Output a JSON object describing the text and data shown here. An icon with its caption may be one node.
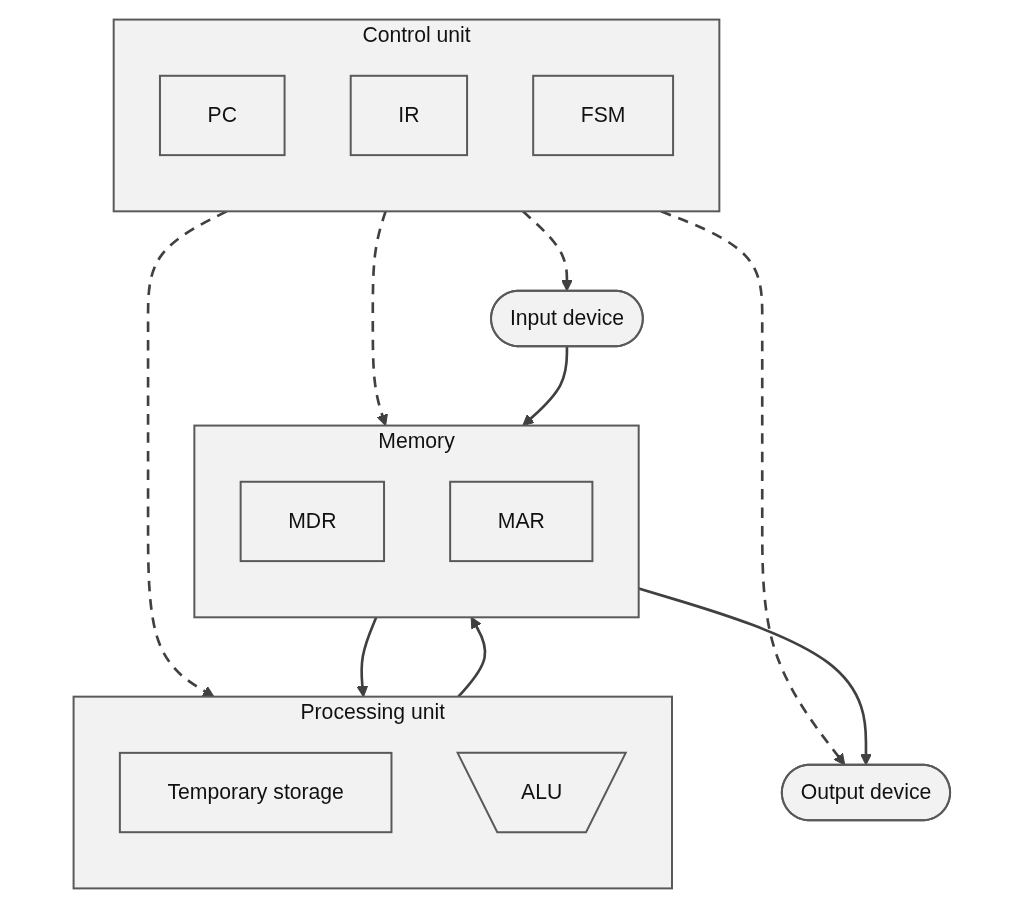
{
  "diagram": {
    "nodes": [
      {
        "text": [
          "Control unit"
        ]
      },
      {
        "text": [
          "PC"
        ],
        "in": 0
      },
      {
        "text": [
          "IR"
        ],
        "in": 0
      },
      {
        "text": [
          "FSM"
        ],
        "in": 0
      },
      {
        "text": [
          "Processing unit"
        ]
      },
      {
        "text": [
          "Temporary storage"
        ],
        "in": 4
      },
      {
        "text": [
          "ALU"
        ],
        "in": 4
      },
      {
        "text": [
          "Memory"
        ]
      },
      {
        "text": [
          "MDR"
        ],
        "in": 7
      },
      {
        "text": [
          "MAR"
        ],
        "in": 7
      },
      {
        "text": [
          "Input device"
        ]
      },
      {
        "text": [
          "Output device"
        ]
      }
    ],
    "edges": [
      {
        "from": 0,
        "to": 4,
        "arrow": "to",
        "style": "dashed"
      },
      {
        "from": 0,
        "to": 11,
        "arrow": "to",
        "style": "dashed"
      },
      {
        "from": 0,
        "to": 10,
        "arrow": "to",
        "style": "dashed"
      },
      {
        "from": 0,
        "to": 7,
        "arrow": "to",
        "style": "dashed"
      },
      {
        "from": 7,
        "to": 4,
        "arrow": "to"
      },
      {
        "from": 4,
        "to": 7,
        "arrow": "to"
      },
      {
        "from": 10,
        "to": 7,
        "arrow": "to"
      },
      {
        "from": 7,
        "to": 11,
        "arrow": "to"
      }
    ]
  }
}
